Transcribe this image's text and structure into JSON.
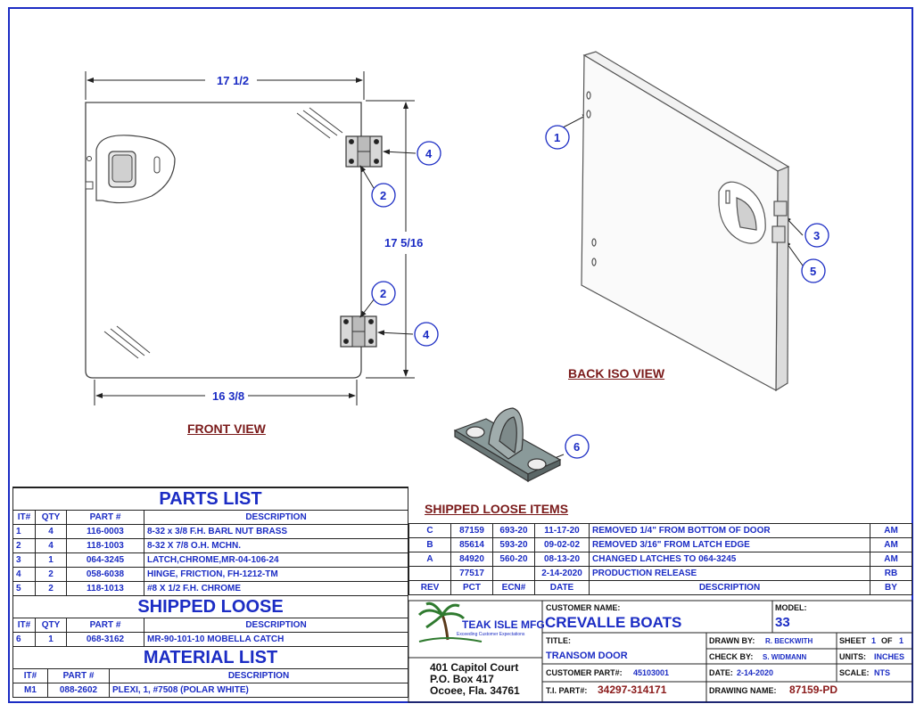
{
  "front_view": {
    "dim_width_top": "17 1/2",
    "dim_height": "17 5/16",
    "dim_width_bottom": "16 3/8",
    "title": "FRONT VIEW"
  },
  "back_view": {
    "title": "BACK ISO VIEW"
  },
  "balloons": [
    "1",
    "2",
    "3",
    "4",
    "5",
    "6"
  ],
  "parts_list": {
    "title": "PARTS LIST",
    "headers": [
      "IT#",
      "QTY",
      "PART #",
      "DESCRIPTION"
    ],
    "rows": [
      [
        "1",
        "4",
        "116-0003",
        "8-32 x 3/8 F.H. BARL NUT BRASS"
      ],
      [
        "2",
        "4",
        "118-1003",
        "8-32 X 7/8 O.H. MCHN."
      ],
      [
        "3",
        "1",
        "064-3245",
        "LATCH,CHROME,MR-04-106-24"
      ],
      [
        "4",
        "2",
        "058-6038",
        "HINGE, FRICTION, FH-1212-TM"
      ],
      [
        "5",
        "2",
        "118-1013",
        "#8 X 1/2 F.H. CHROME"
      ]
    ]
  },
  "shipped_loose": {
    "title": "SHIPPED LOOSE",
    "headers": [
      "IT#",
      "QTY",
      "PART #",
      "DESCRIPTION"
    ],
    "rows": [
      [
        "6",
        "1",
        "068-3162",
        "MR-90-101-10  MOBELLA CATCH"
      ]
    ]
  },
  "material_list": {
    "title": "MATERIAL LIST",
    "headers": [
      "IT#",
      "PART #",
      "DESCRIPTION"
    ],
    "rows": [
      [
        "M1",
        "088-2602",
        "PLEXI, 1, #7508 (POLAR WHITE)"
      ]
    ]
  },
  "shipped_loose_items_title": "SHIPPED LOOSE ITEMS",
  "revisions": {
    "headers": [
      "REV",
      "PCT",
      "ECN#",
      "DATE",
      "DESCRIPTION",
      "BY"
    ],
    "rows": [
      [
        "C",
        "87159",
        "693-20",
        "11-17-20",
        "REMOVED 1/4\" FROM BOTTOM OF DOOR",
        "AM"
      ],
      [
        "B",
        "85614",
        "593-20",
        "09-02-02",
        "REMOVED 3/16\" FROM LATCH EDGE",
        "AM"
      ],
      [
        "A",
        "84920",
        "560-20",
        "08-13-20",
        "CHANGED LATCHES TO 064-3245",
        "AM"
      ],
      [
        "",
        "77517",
        "",
        "2-14-2020",
        "PRODUCTION RELEASE",
        "RB"
      ]
    ]
  },
  "title_block": {
    "company": "TEAK ISLE MFG",
    "tagline": "Exceeding Customer Expectations",
    "address1": "401 Capitol Court",
    "address2": "P.O. Box 417",
    "address3": "Ocoee, Fla. 34761",
    "customer_name_label": "CUSTOMER NAME:",
    "customer_name": "CREVALLE BOATS",
    "model_label": "MODEL:",
    "model": "33",
    "title_label": "TITLE:",
    "title": "TRANSOM DOOR",
    "drawn_by_label": "DRAWN BY:",
    "drawn_by": "R. BECKWITH",
    "sheet_label": "SHEET",
    "sheet_num": "1",
    "sheet_of": "OF",
    "sheet_total": "1",
    "check_by_label": "CHECK BY:",
    "check_by": "S. WIDMANN",
    "units_label": "UNITS:",
    "units": "INCHES",
    "customer_part_label": "CUSTOMER PART#:",
    "customer_part": "45103001",
    "date_label": "DATE:",
    "date": "2-14-2020",
    "scale_label": "SCALE:",
    "scale": "NTS",
    "ti_part_label": "T.I. PART#:",
    "ti_part": "34297-314171",
    "drawing_name_label": "DRAWING NAME:",
    "drawing_name": "87159-PD"
  },
  "colors": {
    "line": "#1b2cc4",
    "title_red": "#7a1a1a",
    "ink": "#333333"
  }
}
